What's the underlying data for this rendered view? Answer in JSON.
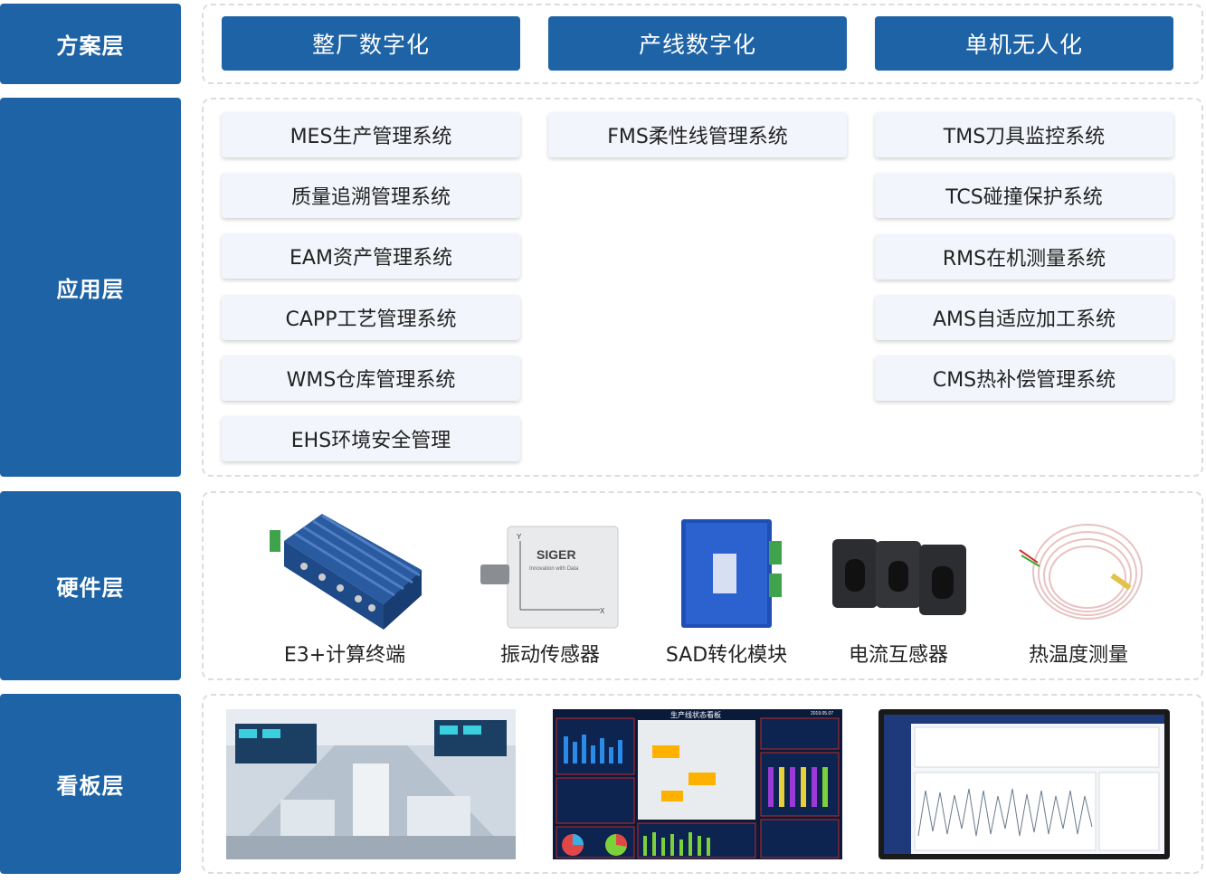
{
  "layers": {
    "scheme": "方案层",
    "application": "应用层",
    "hardware": "硬件层",
    "dashboard": "看板层"
  },
  "schemes": [
    "整厂数字化",
    "产线数字化",
    "单机无人化"
  ],
  "applications": {
    "col1": [
      "MES生产管理系统",
      "质量追溯管理系统",
      "EAM资产管理系统",
      "CAPP工艺管理系统",
      "WMS仓库管理系统",
      "EHS环境安全管理"
    ],
    "col2": [
      "FMS柔性线管理系统"
    ],
    "col3": [
      "TMS刀具监控系统",
      "TCS碰撞保护系统",
      "RMS在机测量系统",
      "AMS自适应加工系统",
      "CMS热补偿管理系统"
    ]
  },
  "hardware": [
    "E3+计算终端",
    "振动传感器",
    "SAD转化模块",
    "电流互感器",
    "热温度测量"
  ],
  "sensor_brand": "SIGER",
  "sensor_tagline": "Innovation with Data",
  "board2_title": "生产线状态看板",
  "board2_date": "2019.05.07",
  "colors": {
    "primary": "#1d63a6",
    "box_bg": "#f2f5fb",
    "dash": "#d9dde3"
  }
}
